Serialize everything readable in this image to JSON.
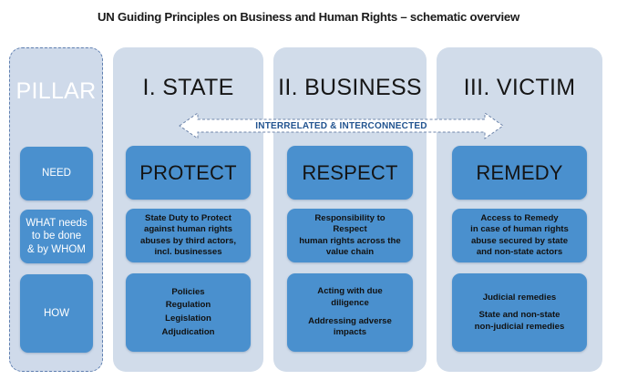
{
  "page": {
    "title": "UN Guiding Principles on Business and Human Rights – schematic overview"
  },
  "colors": {
    "box_blue": "#4a90ce",
    "column_light_blue": "#d1dcea",
    "arrow_text_blue": "#21538f",
    "pillar_border": "#5f7fb0"
  },
  "arrow": {
    "label": "INTERRELATED & INTERCONNECTED",
    "direction": "double-headed-horizontal"
  },
  "columns": [
    {
      "id": "pillar",
      "heading": "PILLAR",
      "dashed_border": true,
      "boxes": [
        {
          "id": "need",
          "lines": [
            "NEED"
          ]
        },
        {
          "id": "what",
          "lines": [
            "WHAT needs",
            "to be done",
            "& by WHOM"
          ]
        },
        {
          "id": "how",
          "lines": [
            "HOW"
          ]
        }
      ]
    },
    {
      "id": "state",
      "heading": "I. STATE",
      "action": "PROTECT",
      "description": [
        "State Duty to Protect",
        "against human rights",
        "abuses by third actors,",
        "incl. businesses"
      ],
      "items": [
        "Policies",
        "Regulation",
        "Legislation",
        "Adjudication"
      ]
    },
    {
      "id": "business",
      "heading": "II. BUSINESS",
      "action": "RESPECT",
      "description": [
        "Responsibility to",
        "Respect",
        "human rights across the",
        "value chain"
      ],
      "items_groups": [
        [
          "Acting with due",
          "diligence"
        ],
        [
          "Addressing adverse",
          "impacts"
        ]
      ]
    },
    {
      "id": "victim",
      "heading": "III. VICTIM",
      "action": "REMEDY",
      "description": [
        "Access to Remedy",
        "in case of human rights",
        "abuse secured by state",
        "and non-state actors"
      ],
      "items_groups": [
        [
          "Judicial remedies"
        ],
        [
          "State and non-state",
          "non-judicial  remedies"
        ]
      ]
    }
  ]
}
